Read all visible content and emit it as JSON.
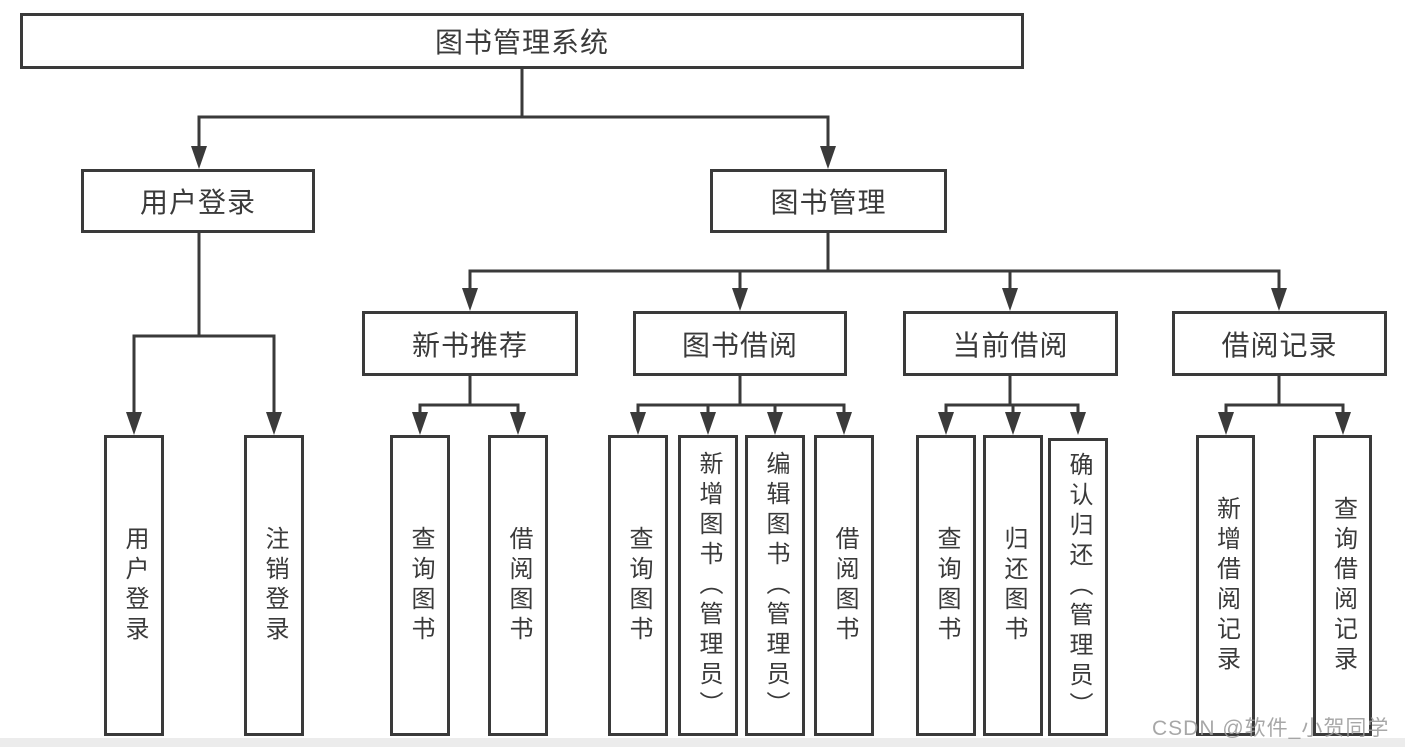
{
  "diagram": {
    "root": {
      "label": "图书管理系统"
    },
    "user": {
      "label": "用户登录",
      "leaves": [
        "用户登录",
        "注销登录"
      ]
    },
    "book": {
      "label": "图书管理",
      "sections": [
        {
          "label": "新书推荐",
          "leaves": [
            "查询图书",
            "借阅图书"
          ]
        },
        {
          "label": "图书借阅",
          "leaves": [
            "查询图书",
            "新增图书（管理员）",
            "编辑图书（管理员）",
            "借阅图书"
          ]
        },
        {
          "label": "当前借阅",
          "leaves": [
            "查询图书",
            "归还图书",
            "确认归还（管理员）"
          ]
        },
        {
          "label": "借阅记录",
          "leaves": [
            "新增借阅记录",
            "查询借阅记录"
          ]
        }
      ]
    }
  },
  "watermark": {
    "text": "CSDN @软件_小贺同学"
  },
  "colors": {
    "line": "#3a3a3a",
    "text": "#3a3a3a",
    "box_background": "#ffffff",
    "watermark": "#9c9c9c",
    "background": "#ffffff",
    "bottom_edge": "#ececec"
  }
}
